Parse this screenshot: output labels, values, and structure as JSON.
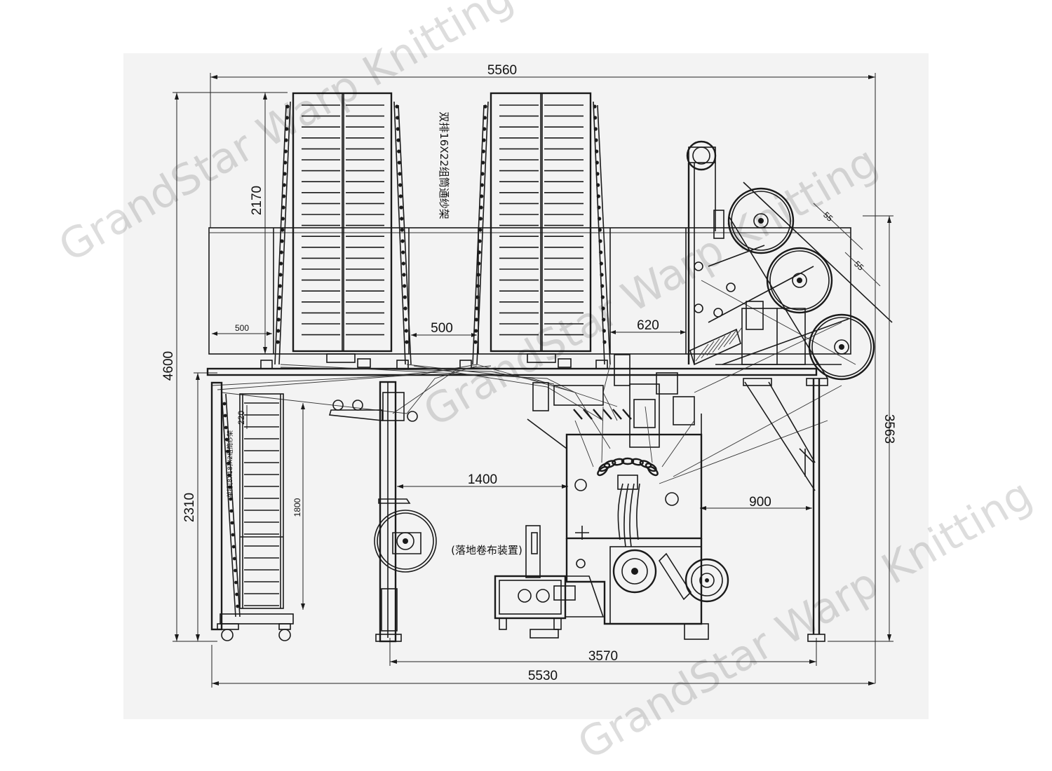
{
  "dimensions": {
    "overall_width": "5560",
    "overall_height": "4600",
    "creel_height": "2170",
    "creel_gap_left": "500",
    "creel_gap_middle": "500",
    "creel_gap_right": "620",
    "front_height": "2310",
    "creel_spacing": "220",
    "side_creel_height": "1800",
    "machine_offset": "1400",
    "machine_to_leg": "900",
    "right_height": "3563",
    "base_width": "3570",
    "overall_width_bottom": "5530",
    "roll_dim": "55"
  },
  "labels": {
    "top_creel": "双排16X22组筒通纱架",
    "side_creel": "单排(8X18)X2组筒纱架",
    "let_off": "(落地卷布装置)"
  },
  "watermark": "GrandStar Warp Knitting"
}
